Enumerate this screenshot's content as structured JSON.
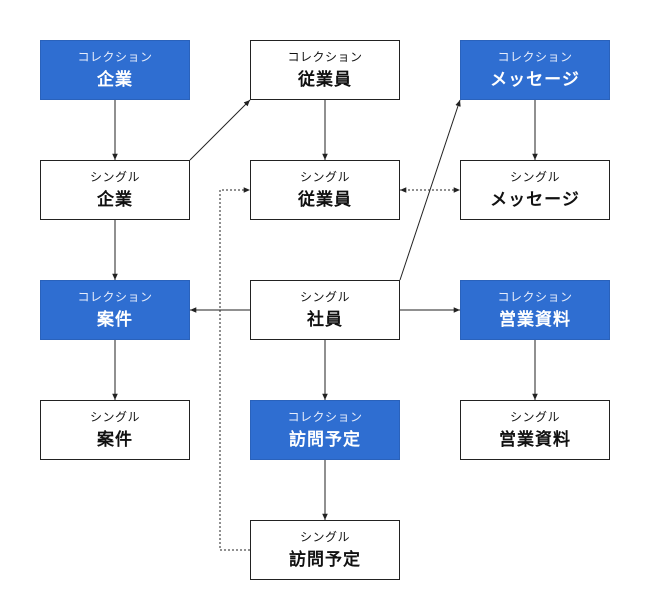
{
  "nodes": [
    {
      "id": "kigyo-col",
      "kind": "コレクション",
      "name": "企業",
      "type": "collection"
    },
    {
      "id": "jugyoin-col",
      "kind": "コレクション",
      "name": "従業員",
      "type": "plain"
    },
    {
      "id": "message-col",
      "kind": "コレクション",
      "name": "メッセージ",
      "type": "collection"
    },
    {
      "id": "kigyo-single",
      "kind": "シングル",
      "name": "企業",
      "type": "plain"
    },
    {
      "id": "jugyoin-single",
      "kind": "シングル",
      "name": "従業員",
      "type": "plain"
    },
    {
      "id": "message-single",
      "kind": "シングル",
      "name": "メッセージ",
      "type": "plain"
    },
    {
      "id": "anken-col",
      "kind": "コレクション",
      "name": "案件",
      "type": "collection"
    },
    {
      "id": "shain-single",
      "kind": "シングル",
      "name": "社員",
      "type": "plain"
    },
    {
      "id": "eigyo-col",
      "kind": "コレクション",
      "name": "営業資料",
      "type": "collection"
    },
    {
      "id": "anken-single",
      "kind": "シングル",
      "name": "案件",
      "type": "plain"
    },
    {
      "id": "homon-col",
      "kind": "コレクション",
      "name": "訪問予定",
      "type": "collection"
    },
    {
      "id": "eigyo-single",
      "kind": "シングル",
      "name": "営業資料",
      "type": "plain"
    },
    {
      "id": "homon-single",
      "kind": "シングル",
      "name": "訪問予定",
      "type": "plain"
    }
  ],
  "edges": [
    {
      "from": "kigyo-col",
      "to": "kigyo-single",
      "style": "solid"
    },
    {
      "from": "kigyo-single",
      "to": "jugyoin-col",
      "style": "solid"
    },
    {
      "from": "jugyoin-col",
      "to": "jugyoin-single",
      "style": "solid"
    },
    {
      "from": "message-col",
      "to": "message-single",
      "style": "solid"
    },
    {
      "from": "jugyoin-single",
      "to": "message-single",
      "style": "dotted-both"
    },
    {
      "from": "kigyo-single",
      "to": "anken-col",
      "style": "solid"
    },
    {
      "from": "anken-col",
      "to": "anken-single",
      "style": "solid"
    },
    {
      "from": "shain-single",
      "to": "anken-col",
      "style": "solid"
    },
    {
      "from": "shain-single",
      "to": "eigyo-col",
      "style": "solid"
    },
    {
      "from": "shain-single",
      "to": "message-col",
      "style": "solid"
    },
    {
      "from": "shain-single",
      "to": "homon-col",
      "style": "solid"
    },
    {
      "from": "eigyo-col",
      "to": "eigyo-single",
      "style": "solid"
    },
    {
      "from": "homon-col",
      "to": "homon-single",
      "style": "solid"
    },
    {
      "from": "homon-single",
      "to": "jugyoin-single",
      "style": "dotted-elbow"
    }
  ],
  "colors": {
    "collection_fill": "#2f6ed1",
    "stroke": "#222222"
  }
}
